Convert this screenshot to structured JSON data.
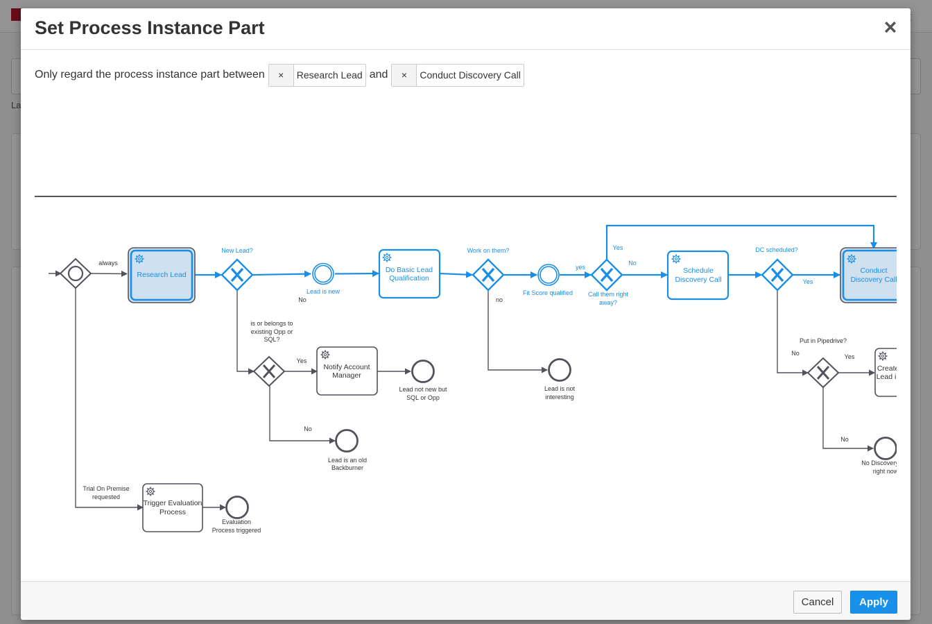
{
  "modal": {
    "title": "Set Process Instance Part",
    "close_symbol": "×",
    "filter_text": "Only regard the process instance part between",
    "and_text": "and",
    "start_tag": {
      "remove_symbol": "×",
      "value": "Research Lead"
    },
    "end_tag": {
      "remove_symbol": "×",
      "value": "Conduct Discovery Call"
    },
    "cancel_label": "Cancel",
    "apply_label": "Apply"
  },
  "background": {
    "top_right_text": "t",
    "label_fragment": "La"
  },
  "diagram": {
    "tasks": {
      "research_lead": "Research Lead",
      "basic_qual": [
        "Do Basic Lead",
        "Qualification"
      ],
      "schedule_dc": [
        "Schedule",
        "Discovery Call"
      ],
      "conduct_dc": [
        "Conduct",
        "Discovery Call"
      ],
      "notify_am": [
        "Notify Account",
        "Manager"
      ],
      "create_lead": [
        "Create uniq",
        "Lead in Pip"
      ],
      "trigger_eval": [
        "Trigger Evaluation",
        "Process"
      ]
    },
    "events": {
      "lead_new": "Lead is new",
      "fit_score": "Fit Score qualified",
      "not_new": [
        "Lead not new but",
        "SQL or Opp"
      ],
      "not_interesting": [
        "Lead is not",
        "interesting"
      ],
      "old_backburner": [
        "Lead is an old",
        "Backburner"
      ],
      "eval_triggered": [
        "Evaluation",
        "Process triggered"
      ],
      "no_dc": [
        "No Discovery Cal",
        "right now"
      ]
    },
    "gateways": {
      "new_lead": "New Lead?",
      "work_on": "Work on them?",
      "call_now": [
        "Call them right",
        "away?"
      ],
      "dc_scheduled": "DC scheduled?",
      "pipedrive": "Put in Pipedrive?",
      "belongs": [
        "is or belongs to",
        "existing Opp or",
        "SQL?"
      ]
    },
    "flows": {
      "always": "always",
      "no_1": "No",
      "yes_1": "Yes",
      "no_2": "No",
      "no_3": "no",
      "yes_2": "yes",
      "yes_3": "Yes",
      "no_4": "No",
      "yes_4": "Yes",
      "no_5": "No",
      "yes_5": "Yes",
      "no_6": "No",
      "trial": [
        "Trial On Premise",
        "requested"
      ]
    },
    "colors": {
      "active": "#1a8ee6",
      "inactive": "#52525c",
      "highlight_fill": "#cfe0ef",
      "highlight_stroke": "#52525c"
    }
  }
}
